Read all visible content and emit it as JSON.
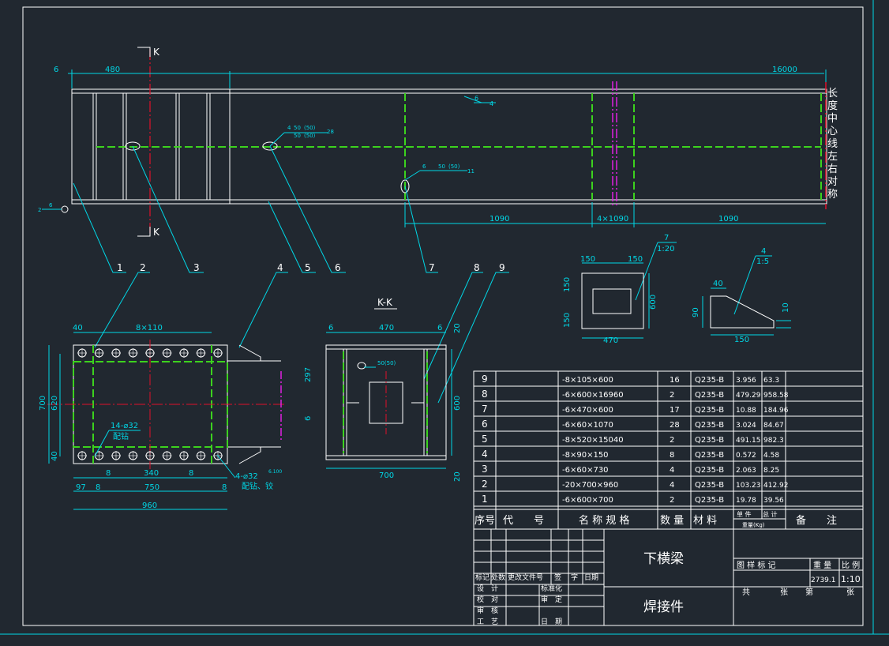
{
  "colors": {
    "background": "#212830",
    "border": "#ffffff",
    "dimension": "#00d7e6",
    "object": "#ffffff",
    "centerline": "#e0102a",
    "hidden": "#3cd21e",
    "magenta": "#e020e0"
  },
  "main_view": {
    "section_label": "K",
    "dims": {
      "left": "6",
      "span1": "480",
      "total": "16000",
      "seg_a": "1090",
      "seg_b": "4×1090",
      "seg_c": "1090"
    },
    "vertical_note": [
      "长",
      "度",
      "中",
      "心",
      "线",
      "左",
      "右",
      "对",
      "称"
    ],
    "weld_notes": {
      "w1": "6",
      "w1b": "4",
      "w2a": "4",
      "w2b": "50",
      "w2c": "(50)",
      "w2d": "50",
      "w2e": "(50)",
      "w2f": "28",
      "w3a": "6",
      "w3b": "50",
      "w3c": "(50)",
      "w3d": "11",
      "w4a": "2",
      "w4b": "6"
    },
    "balloons": [
      "1",
      "2",
      "3",
      "4",
      "5",
      "6",
      "7",
      "8",
      "9"
    ]
  },
  "bottom_view": {
    "dims": {
      "top_left": "40",
      "top_spacing": "8×110",
      "height": "700",
      "inner": "620",
      "edge": "40",
      "b1": "97",
      "b2": "8",
      "b3": "750",
      "b4": "8",
      "b_total": "960",
      "mid1": "8",
      "mid2": "340",
      "mid3": "8"
    },
    "hole_note_1": "14-⌀32",
    "hole_note_1b": "配钻",
    "hole_note_2": "4-⌀32",
    "hole_note_2b": "配钻、铰",
    "roughness": "6.100"
  },
  "section_view": {
    "title": "K-K",
    "dims": {
      "t1": "6",
      "w": "470",
      "t2": "6",
      "r1": "20",
      "h1": "297",
      "h2": "6",
      "h3": "600",
      "bottom": "700",
      "r2": "20"
    },
    "weld": "50(50)"
  },
  "detail7": {
    "title": "7",
    "scale": "1:20",
    "dims": {
      "a": "150",
      "b": "150",
      "c": "150",
      "d": "150",
      "h": "600",
      "w": "470"
    }
  },
  "detail4": {
    "title": "4",
    "scale": "1:5",
    "dims": {
      "a": "40",
      "h": "90",
      "t": "10",
      "w": "150"
    }
  },
  "bom": {
    "rows": [
      {
        "no": "9",
        "spec": "-8×105×600",
        "qty": "16",
        "mat": "Q235-B",
        "unit": "3.956",
        "total": "63.3"
      },
      {
        "no": "8",
        "spec": "-6×600×16960",
        "qty": "2",
        "mat": "Q235-B",
        "unit": "479.29",
        "total": "958.58"
      },
      {
        "no": "7",
        "spec": "-6×470×600",
        "qty": "17",
        "mat": "Q235-B",
        "unit": "10.88",
        "total": "184.96"
      },
      {
        "no": "6",
        "spec": "-6×60×1070",
        "qty": "28",
        "mat": "Q235-B",
        "unit": "3.024",
        "total": "84.67"
      },
      {
        "no": "5",
        "spec": "-8×520×15040",
        "qty": "2",
        "mat": "Q235-B",
        "unit": "491.15",
        "total": "982.3"
      },
      {
        "no": "4",
        "spec": "-8×90×150",
        "qty": "8",
        "mat": "Q235-B",
        "unit": "0.572",
        "total": "4.58"
      },
      {
        "no": "3",
        "spec": "-6×60×730",
        "qty": "4",
        "mat": "Q235-B",
        "unit": "2.063",
        "total": "8.25"
      },
      {
        "no": "2",
        "spec": "-20×700×960",
        "qty": "4",
        "mat": "Q235-B",
        "unit": "103.23",
        "total": "412.92"
      },
      {
        "no": "1",
        "spec": "-6×600×700",
        "qty": "2",
        "mat": "Q235-B",
        "unit": "19.78",
        "total": "39.56"
      }
    ],
    "headers": {
      "no": "序号",
      "code": "代　　号",
      "name": "名 称 规 格",
      "qty": "数 量",
      "mat": "材 料",
      "unit": "单 件",
      "total": "总 计",
      "weight": "重量(Kg)",
      "remark": "备　　注"
    }
  },
  "title_block": {
    "name": "下横梁",
    "type": "焊接件",
    "rev_headers": [
      "标记",
      "处数",
      "更改文件号",
      "签",
      "字",
      "日期"
    ],
    "roles": {
      "design": "设　计",
      "std": "标准化",
      "check": "校　对",
      "review": "审　定",
      "audit": "审　核",
      "craft": "工　艺",
      "date": "日　期"
    },
    "marks": "图 样 标 记",
    "weight_label": "重 量",
    "scale_label": "比 例",
    "weight": "2739.1",
    "scale": "1:10",
    "total_sheets": "共",
    "sheet": "张",
    "nth": "第",
    "sheet2": "张"
  }
}
